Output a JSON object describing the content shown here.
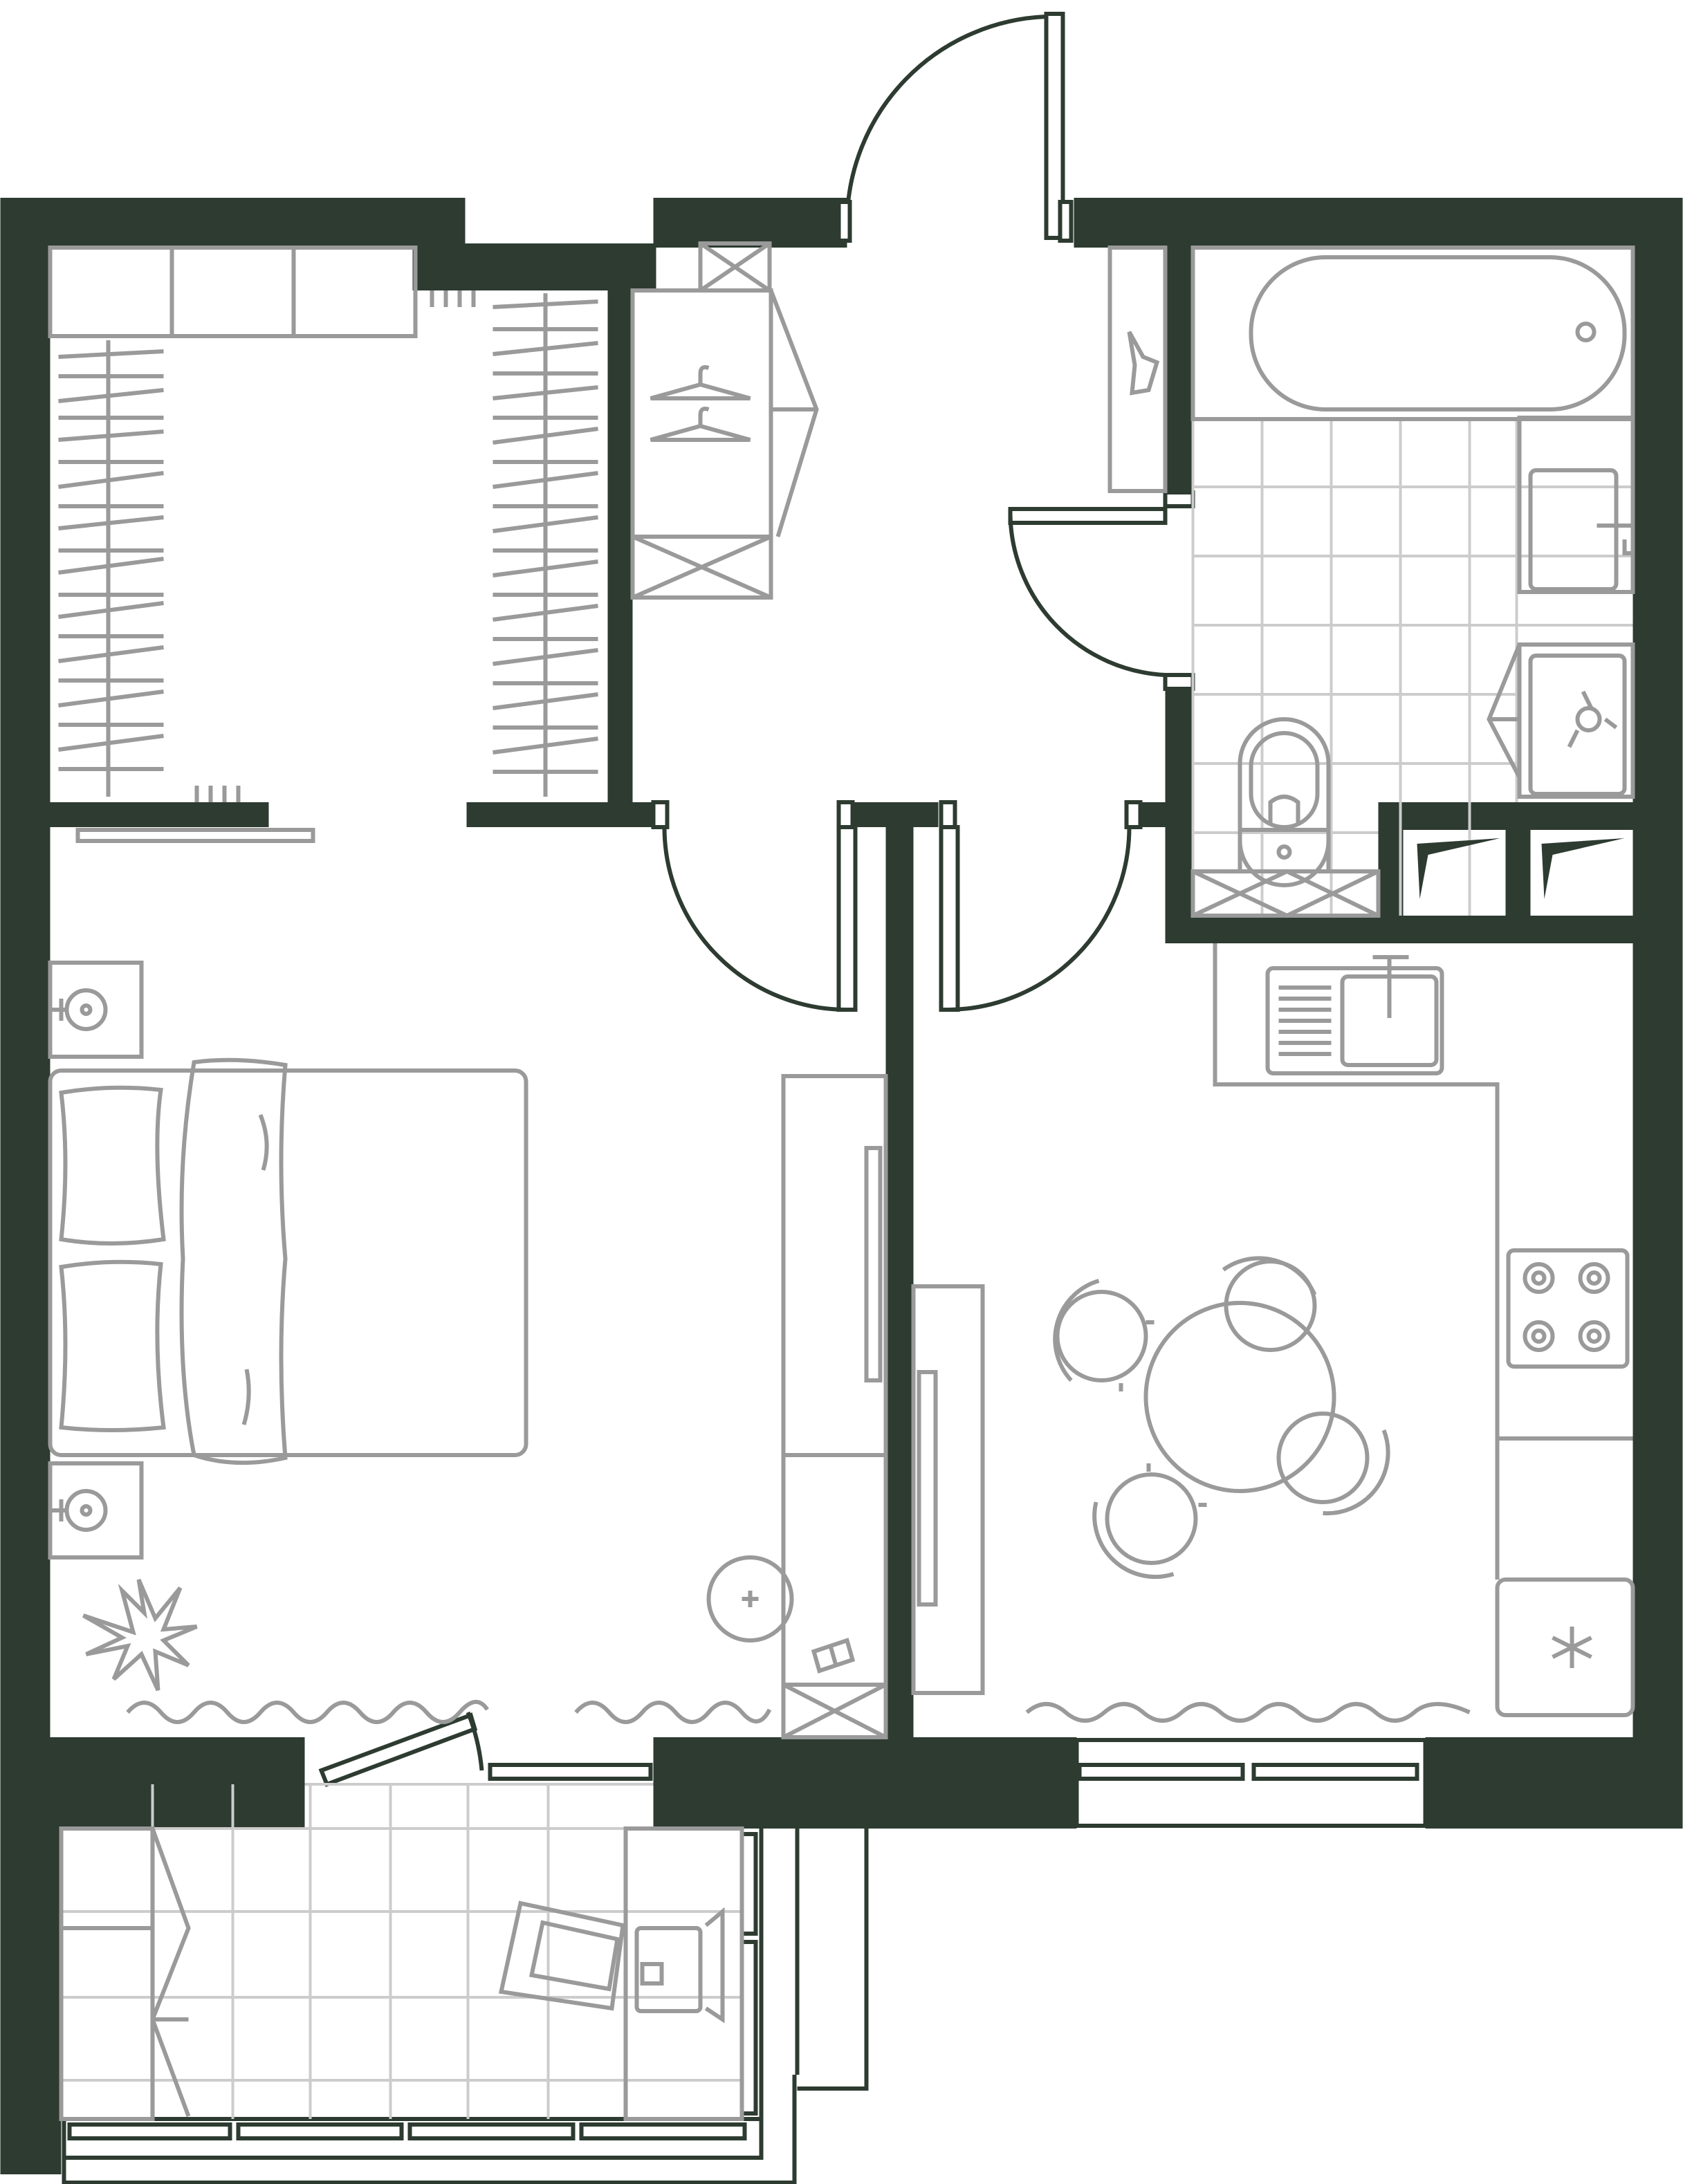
{
  "colors": {
    "wall": "#2d3b31",
    "furniture_line": "#9a9a9a",
    "tile_line": "#cccccc",
    "background": "#ffffff"
  },
  "plan": {
    "rooms": [
      "bedroom",
      "walk-in-closet",
      "hallway",
      "bathroom",
      "kitchen",
      "balcony"
    ],
    "icons": [
      "bed-icon",
      "pillow-icon",
      "nightstand-icon",
      "wardrobe-icon",
      "hanger-icon",
      "shoe-icon",
      "bathtub-icon",
      "sink-icon",
      "washing-machine-icon",
      "toilet-icon",
      "kitchen-sink-icon",
      "stove-icon",
      "dining-table-icon",
      "chair-icon",
      "armchair-icon",
      "desk-icon",
      "plant-icon",
      "tv-unit-icon",
      "door-icon",
      "window-icon"
    ]
  }
}
